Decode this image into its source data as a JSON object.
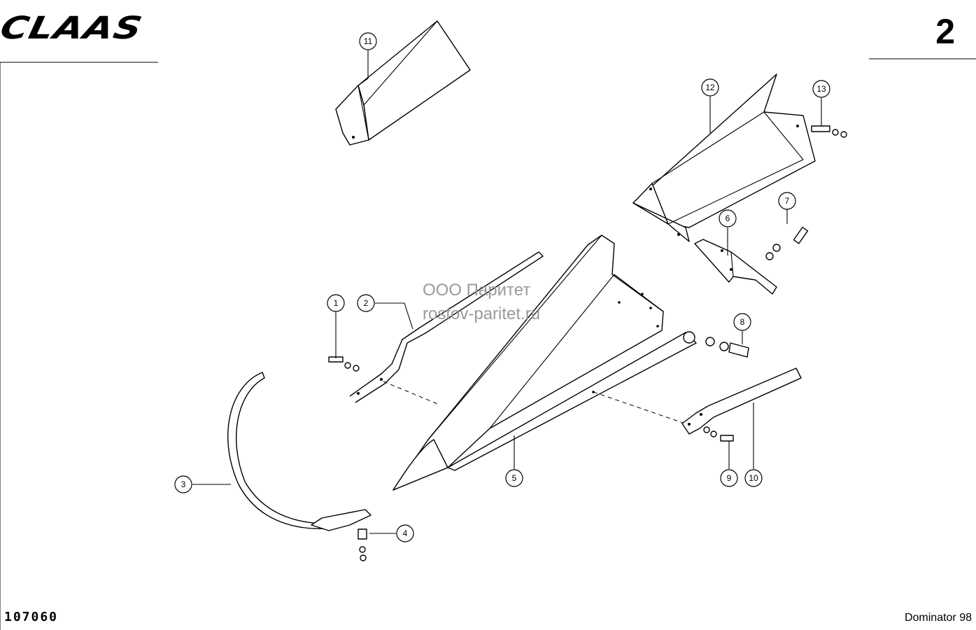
{
  "header": {
    "brand_logo": "CLAAS",
    "page_number": "2"
  },
  "footer": {
    "document_code": "107060",
    "model": "Dominator 98"
  },
  "watermark": {
    "line1": "ООО Паритет",
    "line2": "rostov-paritet.ru"
  },
  "callouts": [
    "1",
    "2",
    "3",
    "4",
    "5",
    "6",
    "7",
    "8",
    "9",
    "10",
    "11",
    "12",
    "13"
  ]
}
